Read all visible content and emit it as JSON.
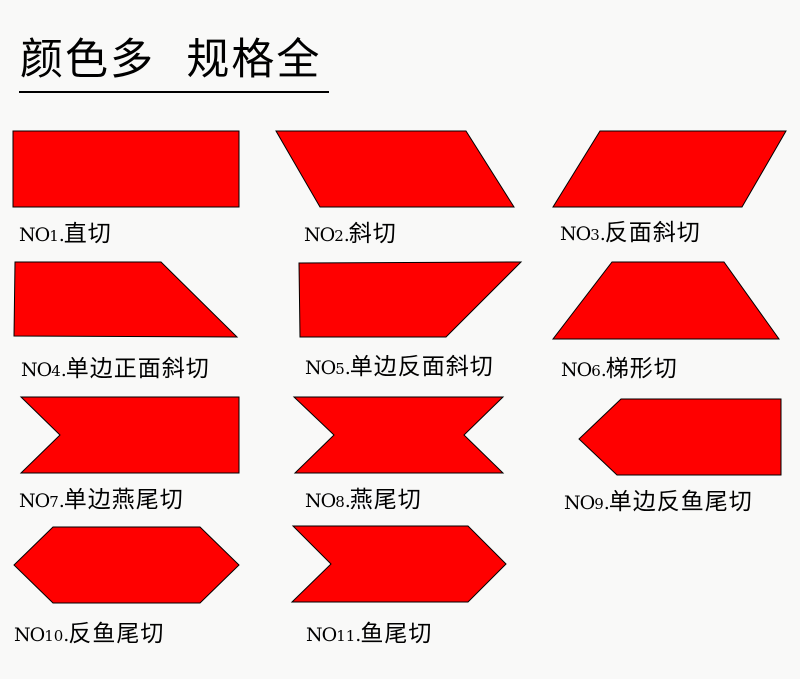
{
  "title": "颜色多  规格全",
  "colors": {
    "background": "#f9f9f8",
    "shape_fill": "#ff0000",
    "shape_stroke": "#000000",
    "text": "#000000"
  },
  "items": [
    {
      "no": "NO",
      "num": "1",
      "sep": ".",
      "name": "直切",
      "shape": "rectangle"
    },
    {
      "no": "NO",
      "num": "2",
      "sep": ".",
      "name": "斜切",
      "shape": "parallelogram-right"
    },
    {
      "no": "NO",
      "num": "3",
      "sep": ".",
      "name": "反面斜切",
      "shape": "parallelogram-left"
    },
    {
      "no": "NO",
      "num": "4",
      "sep": ".",
      "name": "单边正面斜切",
      "shape": "right-trapezoid-right-slant"
    },
    {
      "no": "NO",
      "num": "5",
      "sep": ".",
      "name": "单边反面斜切",
      "shape": "right-trapezoid-right-reverse"
    },
    {
      "no": "NO",
      "num": "6",
      "sep": ".",
      "name": "梯形切",
      "shape": "trapezoid"
    },
    {
      "no": "NO",
      "num": "7",
      "sep": ".",
      "name": "单边燕尾切",
      "shape": "single-swallowtail"
    },
    {
      "no": "NO",
      "num": "8",
      "sep": ".",
      "name": "燕尾切",
      "shape": "double-swallowtail"
    },
    {
      "no": "NO",
      "num": "9",
      "sep": ".",
      "name": "单边反鱼尾切",
      "shape": "single-point-left"
    },
    {
      "no": "NO",
      "num": "10",
      "sep": ".",
      "name": "反鱼尾切",
      "shape": "hexagon"
    },
    {
      "no": "NO",
      "num": "11",
      "sep": ".",
      "name": "鱼尾切",
      "shape": "chevron-right"
    }
  ]
}
